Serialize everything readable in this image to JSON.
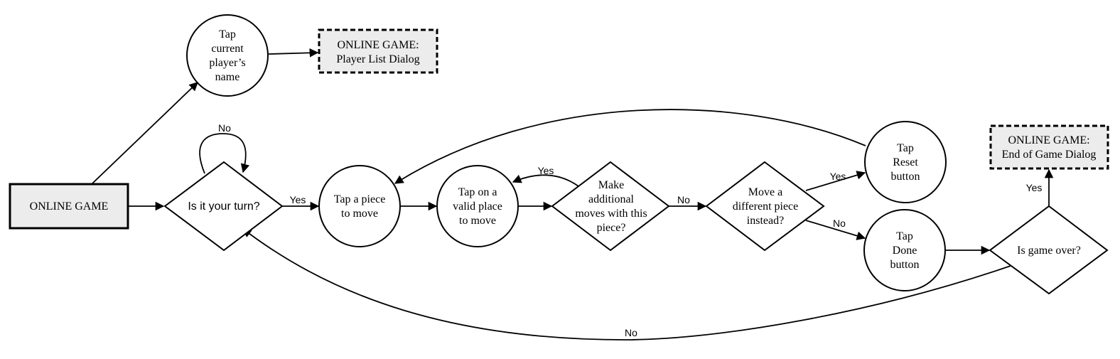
{
  "nodes": {
    "online_game": {
      "lines": [
        "ONLINE GAME"
      ]
    },
    "tap_player_name": {
      "lines": [
        "Tap",
        "current",
        "player’s",
        "name"
      ]
    },
    "player_list_dialog": {
      "lines": [
        "ONLINE GAME:",
        "Player List Dialog"
      ]
    },
    "is_your_turn": {
      "lines": [
        "Is it your turn?"
      ]
    },
    "tap_piece": {
      "lines": [
        "Tap a piece",
        "to move"
      ]
    },
    "tap_valid_place": {
      "lines": [
        "Tap on a",
        "valid place",
        "to move"
      ]
    },
    "additional_moves": {
      "lines": [
        "Make",
        "additional",
        "moves with this",
        "piece?"
      ]
    },
    "move_different": {
      "lines": [
        "Move a",
        "different piece",
        "instead?"
      ]
    },
    "tap_reset": {
      "lines": [
        "Tap",
        "Reset",
        "button"
      ]
    },
    "tap_done": {
      "lines": [
        "Tap",
        "Done",
        "button"
      ]
    },
    "game_over": {
      "lines": [
        "Is game over?"
      ]
    },
    "end_game_dialog": {
      "lines": [
        "ONLINE GAME:",
        "End of Game Dialog"
      ]
    }
  },
  "edges": {
    "turn_no": "No",
    "turn_yes": "Yes",
    "additional_yes": "Yes",
    "additional_no": "No",
    "different_yes": "Yes",
    "different_no": "No",
    "game_over_yes": "Yes",
    "game_over_no": "No"
  }
}
